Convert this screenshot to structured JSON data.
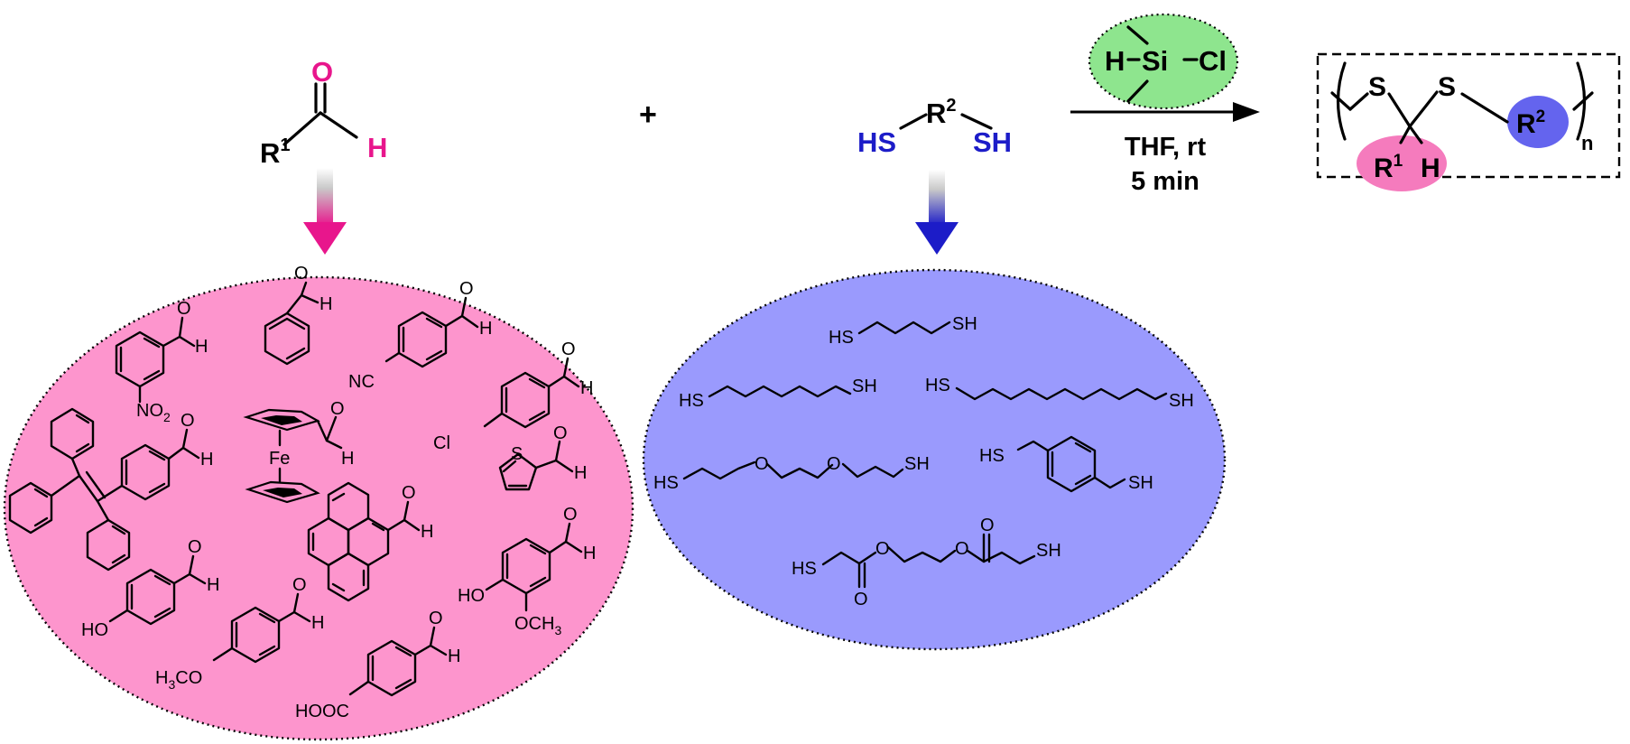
{
  "colors": {
    "aldehyde_accent": "#e8168c",
    "thiol_accent": "#1c1cc8",
    "aldehyde_pool_fill": "#fd95cd",
    "thiol_pool_fill": "#9a9afd",
    "silane_fill": "#8ee58e",
    "r1_blob": "#f57bbd",
    "r2_blob": "#6464ee"
  },
  "aldehyde": {
    "r_symbol": "R",
    "r_sup": "1",
    "o_atom": "O",
    "h_atom": "H"
  },
  "plus_sign": "+",
  "dithiol": {
    "hs_left": "HS",
    "r_symbol": "R",
    "r_sup": "2",
    "sh_right": "SH"
  },
  "reagent": {
    "h_atom": "H",
    "si_atom": "Si",
    "cl_atom": "Cl"
  },
  "conditions": {
    "line1": "THF, rt",
    "line2": "5 min"
  },
  "product": {
    "s_left": "S",
    "s_right": "S",
    "r1_symbol": "R",
    "r1_sup": "1",
    "h_atom": "H",
    "r2_symbol": "R",
    "r2_sup": "2",
    "subscript_n": "n"
  },
  "aldehyde_pool_labels": {
    "h": "H",
    "o": "O",
    "no2": "NO",
    "no2_sub": "2",
    "nc": "NC",
    "cl": "Cl",
    "fe": "Fe",
    "s": "S",
    "ho": "HO",
    "och3": "OCH",
    "och3_sub": "3",
    "h3co": "H",
    "h3co_sub": "3",
    "h3co_rest": "CO",
    "hooc": "HOOC"
  },
  "thiol_pool_labels": {
    "hs": "HS",
    "sh": "SH",
    "o": "O"
  }
}
